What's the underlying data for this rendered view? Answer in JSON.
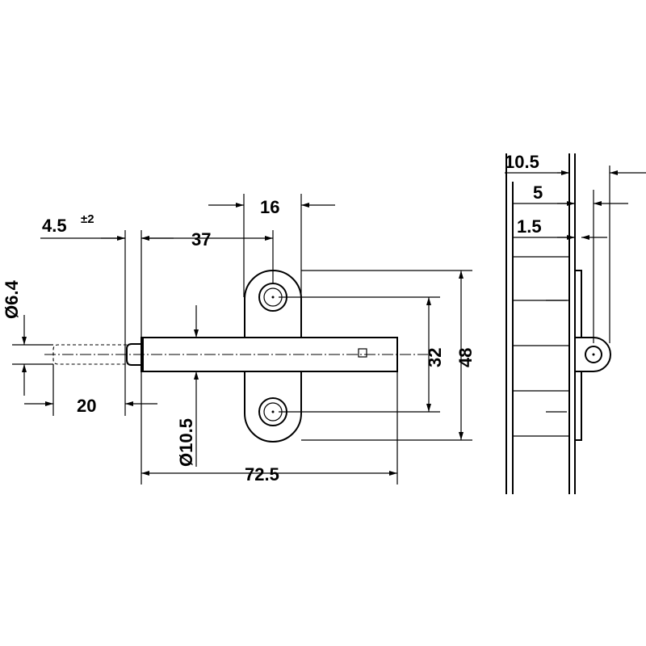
{
  "dimensions": {
    "dia_pin": "Ø6.4",
    "tolerance_base": "4.5",
    "tolerance_sup": "±2",
    "plate_offset": "37",
    "plate_width": "16",
    "pin_length": "20",
    "dia_body": "Ø10.5",
    "total_length": "72.5",
    "hole_spacing": "32",
    "plate_height": "48",
    "side_width": "10.5",
    "side_mid": "5",
    "side_small": "1.5"
  },
  "colors": {
    "line": "#000000",
    "background": "#ffffff"
  }
}
